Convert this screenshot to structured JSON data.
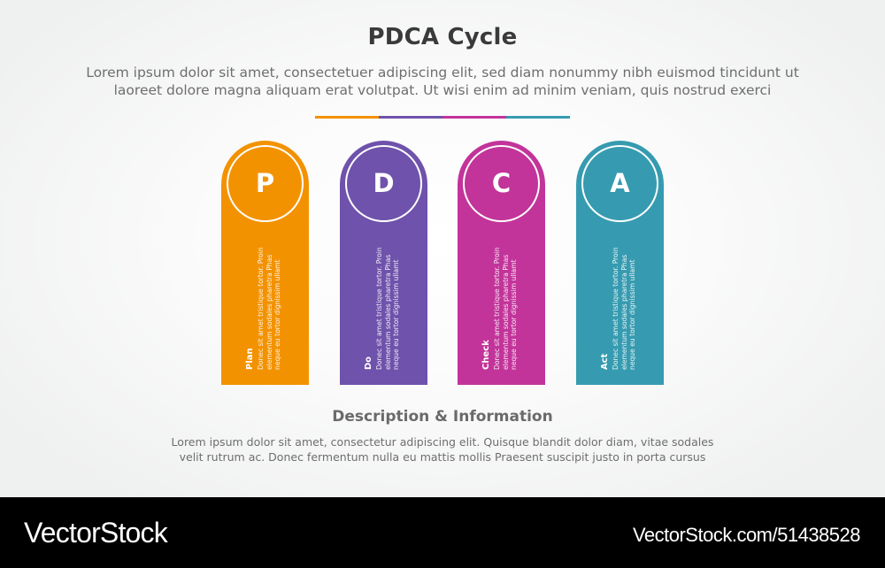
{
  "header": {
    "title": "PDCA Cycle",
    "subtitle_lines": [
      "Lorem ipsum dolor sit amet, consectetuer adipiscing elit, sed diam nonummy nibh euismod tincidunt ut",
      "laoreet dolore magna aliquam erat volutpat. Ut wisi enim ad minim veniam, quis nostrud exerci"
    ]
  },
  "color_bar": [
    "#f39200",
    "#6f52ab",
    "#c2349a",
    "#369bb0"
  ],
  "cards": [
    {
      "letter": "P",
      "label": "Plan",
      "color": "#f39200",
      "body_lines": [
        "Donec sit amet tristique tortor. Proin",
        "elementum sodales pharetra Phas",
        "neque eu tortor dignissim ullamt"
      ]
    },
    {
      "letter": "D",
      "label": "Do",
      "color": "#6f52ab",
      "body_lines": [
        "Donec sit amet tristique tortor. Proin",
        "elementum sodales pharetra Phas",
        "neque eu tortor dignissim ullamt"
      ]
    },
    {
      "letter": "C",
      "label": "Check",
      "color": "#c2349a",
      "body_lines": [
        "Donec sit amet tristique tortor. Proin",
        "elementum sodales pharetra Phas",
        "neque eu tortor dignissim ullamt"
      ]
    },
    {
      "letter": "A",
      "label": "Act",
      "color": "#369bb0",
      "body_lines": [
        "Donec sit amet tristique tortor. Proin",
        "elementum sodales pharetra Phas",
        "neque eu tortor dignissim ullamt"
      ]
    }
  ],
  "description": {
    "title": "Description & Information",
    "lines": [
      "Lorem ipsum dolor sit amet, consectetur adipiscing elit. Quisque blandit dolor diam, vitae sodales",
      "velit rutrum ac. Donec fermentum nulla eu mattis mollis Praesent suscipit justo in porta cursus"
    ]
  },
  "footer": {
    "brand": "VectorStock",
    "reference": "VectorStock.com/51438528"
  }
}
